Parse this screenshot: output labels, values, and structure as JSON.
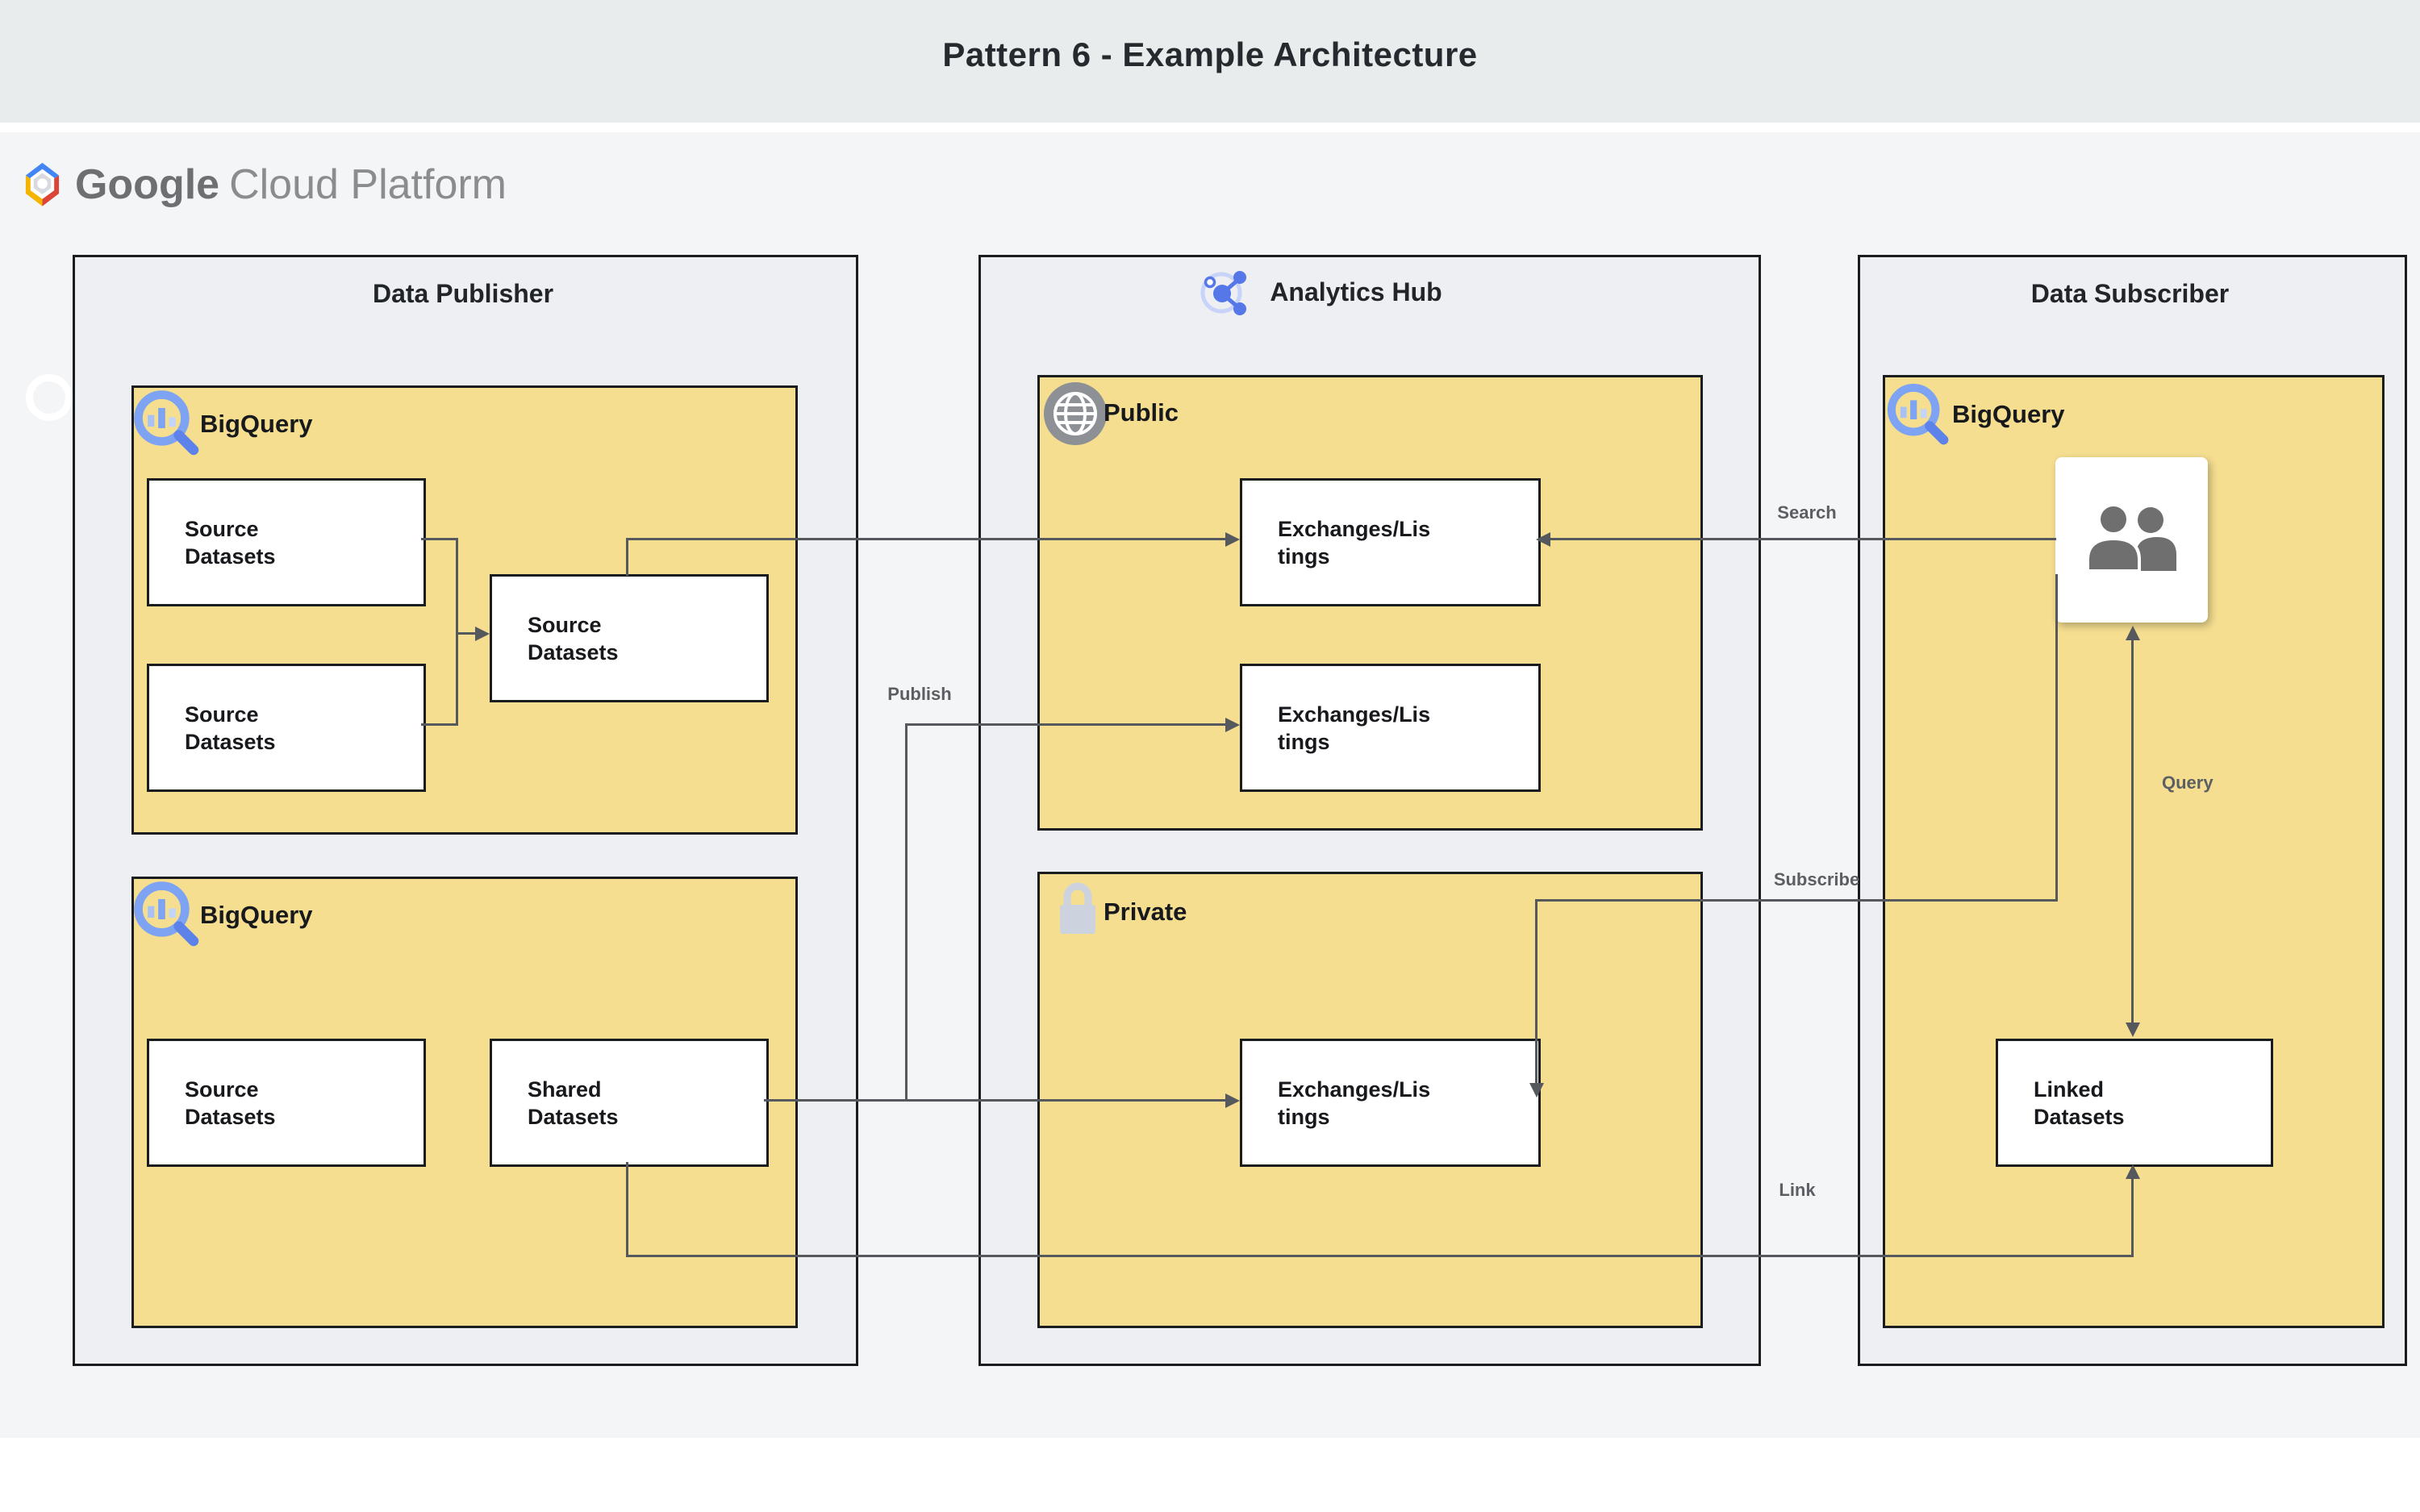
{
  "title": "Pattern 6 - Example Architecture",
  "logo": {
    "google": "Google",
    "cloud_platform": "Cloud Platform"
  },
  "publisher": {
    "title": "Data Publisher",
    "bq_top_label": "BigQuery",
    "bq_bottom_label": "BigQuery",
    "boxes": {
      "src1": "Source Datasets",
      "src2": "Source Datasets",
      "src3": "Source Datasets",
      "src4": "Source Datasets",
      "shared": "Shared Datasets"
    }
  },
  "hub": {
    "title": "Analytics Hub",
    "public_label": "Public",
    "private_label": "Private",
    "boxes": {
      "ex_public1": "Exchanges/Lis tings",
      "ex_public2": "Exchanges/Lis tings",
      "ex_private": "Exchanges/Lis tings"
    }
  },
  "subscriber": {
    "title": "Data Subscriber",
    "bq_label": "BigQuery",
    "boxes": {
      "linked": "Linked Datasets"
    }
  },
  "edges": {
    "publish": "Publish",
    "search": "Search",
    "subscribe": "Subscribe",
    "query": "Query",
    "link": "Link"
  },
  "colors": {
    "yellow": "#F5DE90",
    "container_fill": "#EDEFF2",
    "border": "#1A1D20",
    "line": "#55585C",
    "top_band": "#E8ECED",
    "page_bg": "#F4F5F6",
    "bigquery_blue": "#7DA3F2",
    "hub_blue": "#5577E8",
    "logo_blue": "#4285F4",
    "logo_red": "#DB4437",
    "logo_yellow": "#F4B400"
  }
}
